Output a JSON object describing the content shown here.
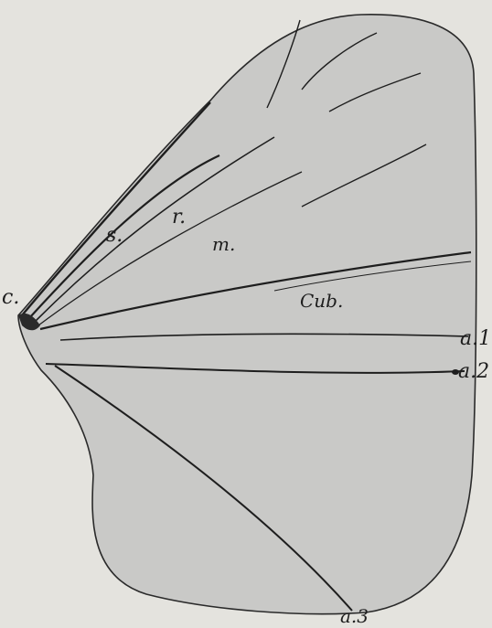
{
  "figure": {
    "paper_color": "#e4e3de",
    "wing_fill": "#c9c9c7",
    "ink_color": "#1e1e1e",
    "labels": {
      "costa_left": "c.",
      "subcosta": "s.",
      "radius": "r.",
      "media": "m.",
      "cubitus": "Cub.",
      "anal_1": "a.1",
      "anal_2": "a.2",
      "anal_3": "a.3"
    }
  }
}
